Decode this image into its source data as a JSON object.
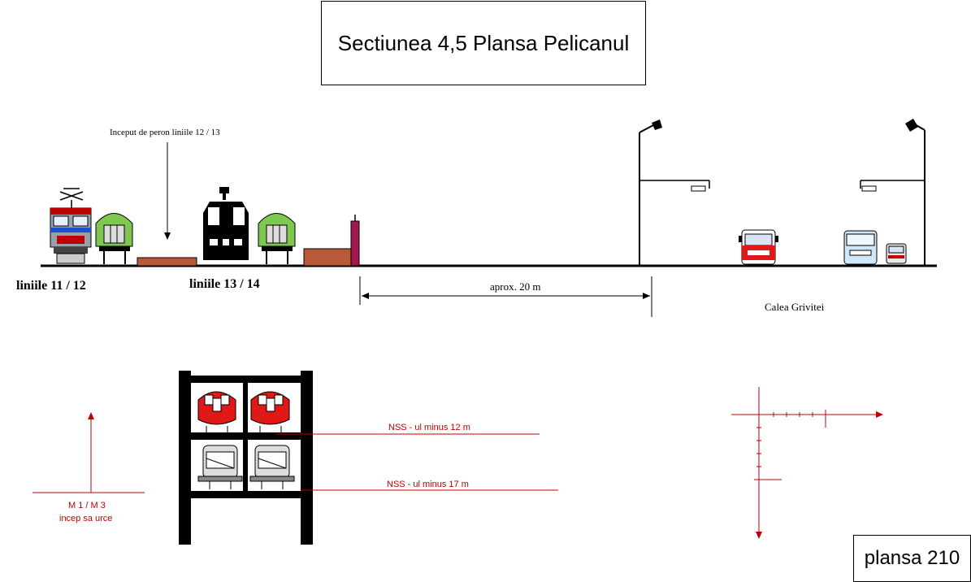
{
  "title": "Sectiunea 4,5  Plansa Pelicanul",
  "plate": "plansa  210",
  "annotations": {
    "platform_start": "Inceput de peron liniile 12 / 13",
    "tracks_a": "liniile    11   /     12",
    "tracks_b": "liniile   13 /    14",
    "distance": "aprox.   20 m",
    "street": "Calea    Grivitei",
    "nss_12": "NSS - ul  minus  12 m",
    "nss_17": "NSS - ul   minus   17 m",
    "metro_line1": "M 1 / M 3",
    "metro_line2": "incep sa urce"
  },
  "colors": {
    "red": "#c00000",
    "green": "#7ec850",
    "brown": "#b85a3a",
    "crimson": "#a0184e",
    "metro_red": "#e01818",
    "black": "#000000"
  }
}
